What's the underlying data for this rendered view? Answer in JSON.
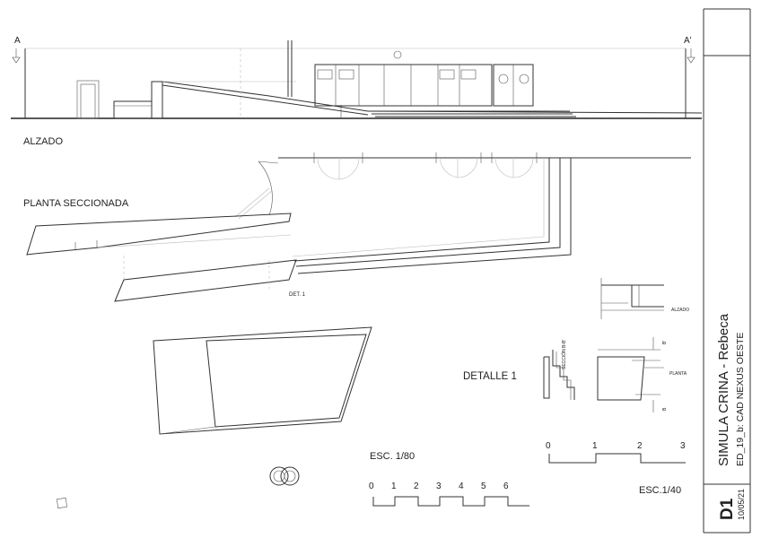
{
  "labels": {
    "section_left": "A",
    "section_right": "A'",
    "alzado": "ALZADO",
    "planta_seccionada": "PLANTA SECCIONADA",
    "det_ref": "DET. 1",
    "detalle": "DETALLE 1",
    "detail_alzado": "ALZADO",
    "detail_planta": "PLANTA",
    "detail_seccion": "SECCIÓN B-B'",
    "detail_b_top": "B'",
    "detail_b_bottom": "B"
  },
  "scales": {
    "esc_80": "ESC. 1/80",
    "esc_40": "ESC.1/40",
    "ticks_80": [
      "0",
      "1",
      "2",
      "3",
      "4",
      "5",
      "6"
    ],
    "ticks_40": [
      "0",
      "1",
      "2",
      "3"
    ]
  },
  "title_block": {
    "title": "SIMULA  CRINA - Rebeca",
    "subtitle": "ED_19_b: CAD NEXUS OESTE",
    "sheet": "D1",
    "date": "10/05/21"
  },
  "colors": {
    "line": "#333333",
    "faint": "#bbbbbb",
    "background": "#ffffff"
  }
}
